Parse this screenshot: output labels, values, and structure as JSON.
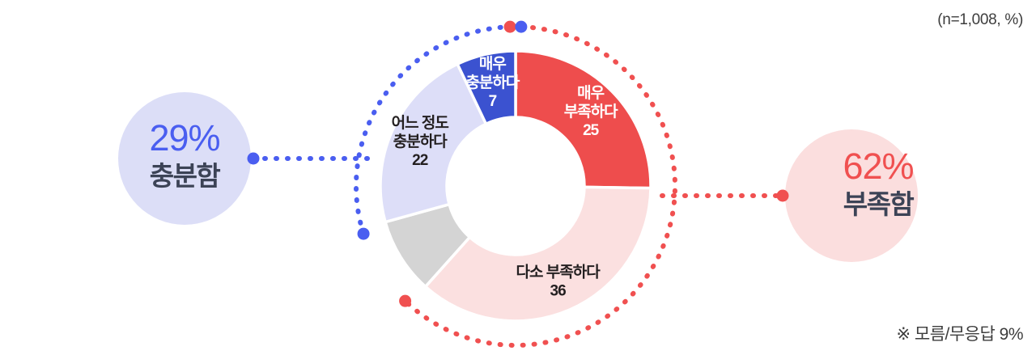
{
  "notes": {
    "sample": "(n=1,008, %)",
    "footnote": "※ 모름/무응답 9%"
  },
  "callouts": {
    "left": {
      "percent": "29%",
      "caption": "충분함",
      "color": "#4a5ef0",
      "bubble_color": "#dcdef7"
    },
    "right": {
      "percent": "62%",
      "caption": "부족함",
      "color": "#f05050",
      "bubble_color": "#fbdede"
    }
  },
  "chart_data": {
    "type": "pie",
    "title": "",
    "subtitle": "(n=1,008, %)",
    "annotations": [
      "※ 모름/무응답 9%",
      "29% 충분함",
      "62% 부족함"
    ],
    "legend": "none",
    "donut": true,
    "units": "%",
    "categories": [
      "매우 부족하다",
      "다소 부족하다",
      "모름/무응답",
      "어느 정도 충분하다",
      "매우 충분하다"
    ],
    "values": [
      25,
      36,
      9,
      22,
      7
    ],
    "colors": [
      "#ee4d4d",
      "#fbe0e0",
      "#d4d4d4",
      "#dddef8",
      "#3b52d0"
    ],
    "label_colors": [
      "#ffffff",
      "#231f20",
      "none",
      "#231f20",
      "#ffffff"
    ],
    "slices": [
      {
        "label": "매우\n부족하다",
        "label_line1": "매우",
        "label_line2": "부족하다",
        "value": 25,
        "value_text": "25",
        "color": "#ee4d4d",
        "text_color": "#ffffff",
        "show_label": true
      },
      {
        "label": "다소 부족하다",
        "label_line1": "다소 부족하다",
        "label_line2": "",
        "value": 36,
        "value_text": "36",
        "color": "#fbe0e0",
        "text_color": "#231f20",
        "show_label": true
      },
      {
        "label": "모름/무응답",
        "label_line1": "",
        "label_line2": "",
        "value": 9,
        "value_text": "",
        "color": "#d4d4d4",
        "text_color": "none",
        "show_label": false
      },
      {
        "label": "어느 정도\n충분하다",
        "label_line1": "어느 정도",
        "label_line2": "충분하다",
        "value": 22,
        "value_text": "22",
        "color": "#dddef8",
        "text_color": "#231f20",
        "show_label": true
      },
      {
        "label": "매우\n충분하다",
        "label_line1": "매우",
        "label_line2": "충분하다",
        "value": 7,
        "value_text": "7",
        "color": "#3b52d0",
        "text_color": "#ffffff",
        "show_label": true
      }
    ],
    "groups": [
      {
        "name": "부족함",
        "total": 62,
        "total_text": "62%",
        "color": "#f05050",
        "members": [
          "매우 부족하다",
          "다소 부족하다"
        ]
      },
      {
        "name": "충분함",
        "total": 29,
        "total_text": "29%",
        "color": "#4a5ef0",
        "members": [
          "어느 정도 충분하다",
          "매우 충분하다"
        ]
      }
    ]
  }
}
